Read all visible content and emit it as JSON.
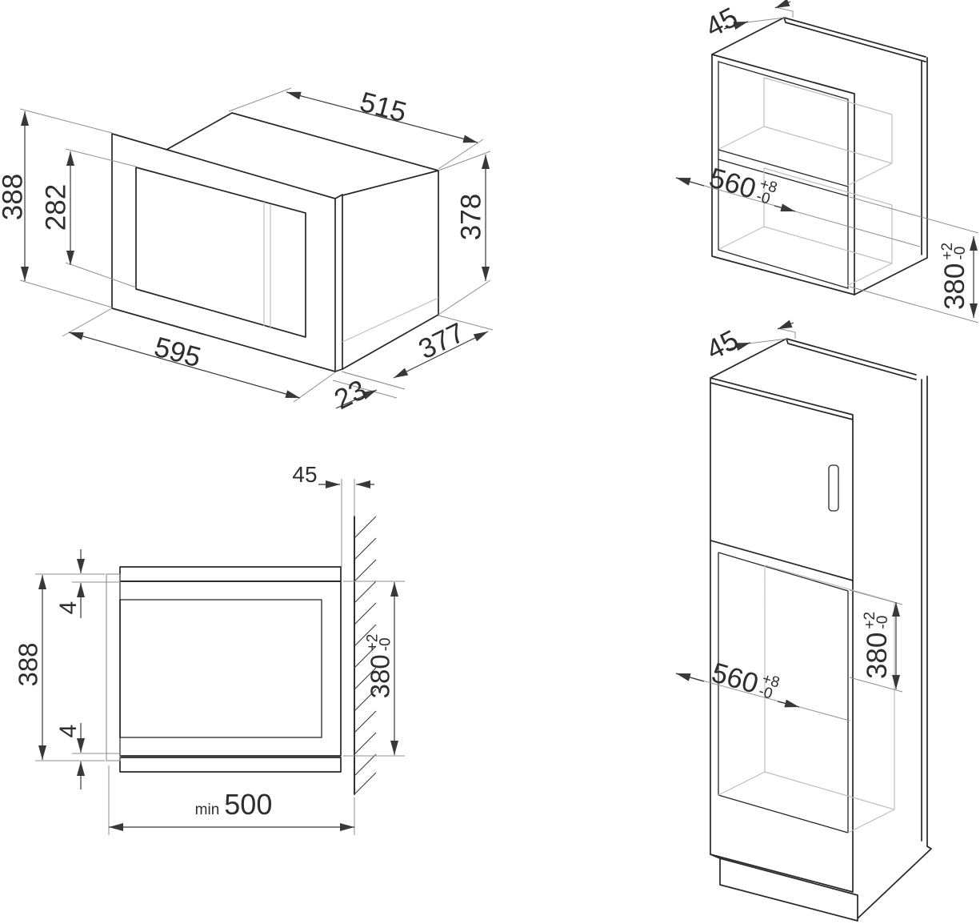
{
  "colors": {
    "background": "#ffffff",
    "object_line": "#262626",
    "dimension_line": "#383838",
    "extension_line": "#8f8f8f",
    "interior_line": "#bfbfbf"
  },
  "views": {
    "microwave_iso": {
      "dims": {
        "top_width": "515",
        "overall_height": "388",
        "window_height": "282",
        "body_height": "378",
        "front_width": "595",
        "body_depth": "377",
        "door_protrusion": "23"
      }
    },
    "wall_niche": {
      "dims": {
        "rear_clearance": "45",
        "niche_width": {
          "value": "560",
          "plus": "+8",
          "minus": "-0"
        },
        "niche_height": {
          "value": "380",
          "plus": "+2",
          "minus": "-0"
        }
      }
    },
    "side_section": {
      "dims": {
        "rear_clearance": "45",
        "top_gap": "4",
        "front_height": "388",
        "bottom_gap": "4",
        "niche_height": {
          "value": "380",
          "plus": "+2",
          "minus": "-0"
        },
        "min_depth_prefix": "min",
        "min_depth": "500"
      }
    },
    "tall_unit": {
      "dims": {
        "rear_clearance": "45",
        "niche_width": {
          "value": "560",
          "plus": "+8",
          "minus": "-0"
        },
        "niche_height": {
          "value": "380",
          "plus": "+2",
          "minus": "-0"
        }
      }
    }
  }
}
